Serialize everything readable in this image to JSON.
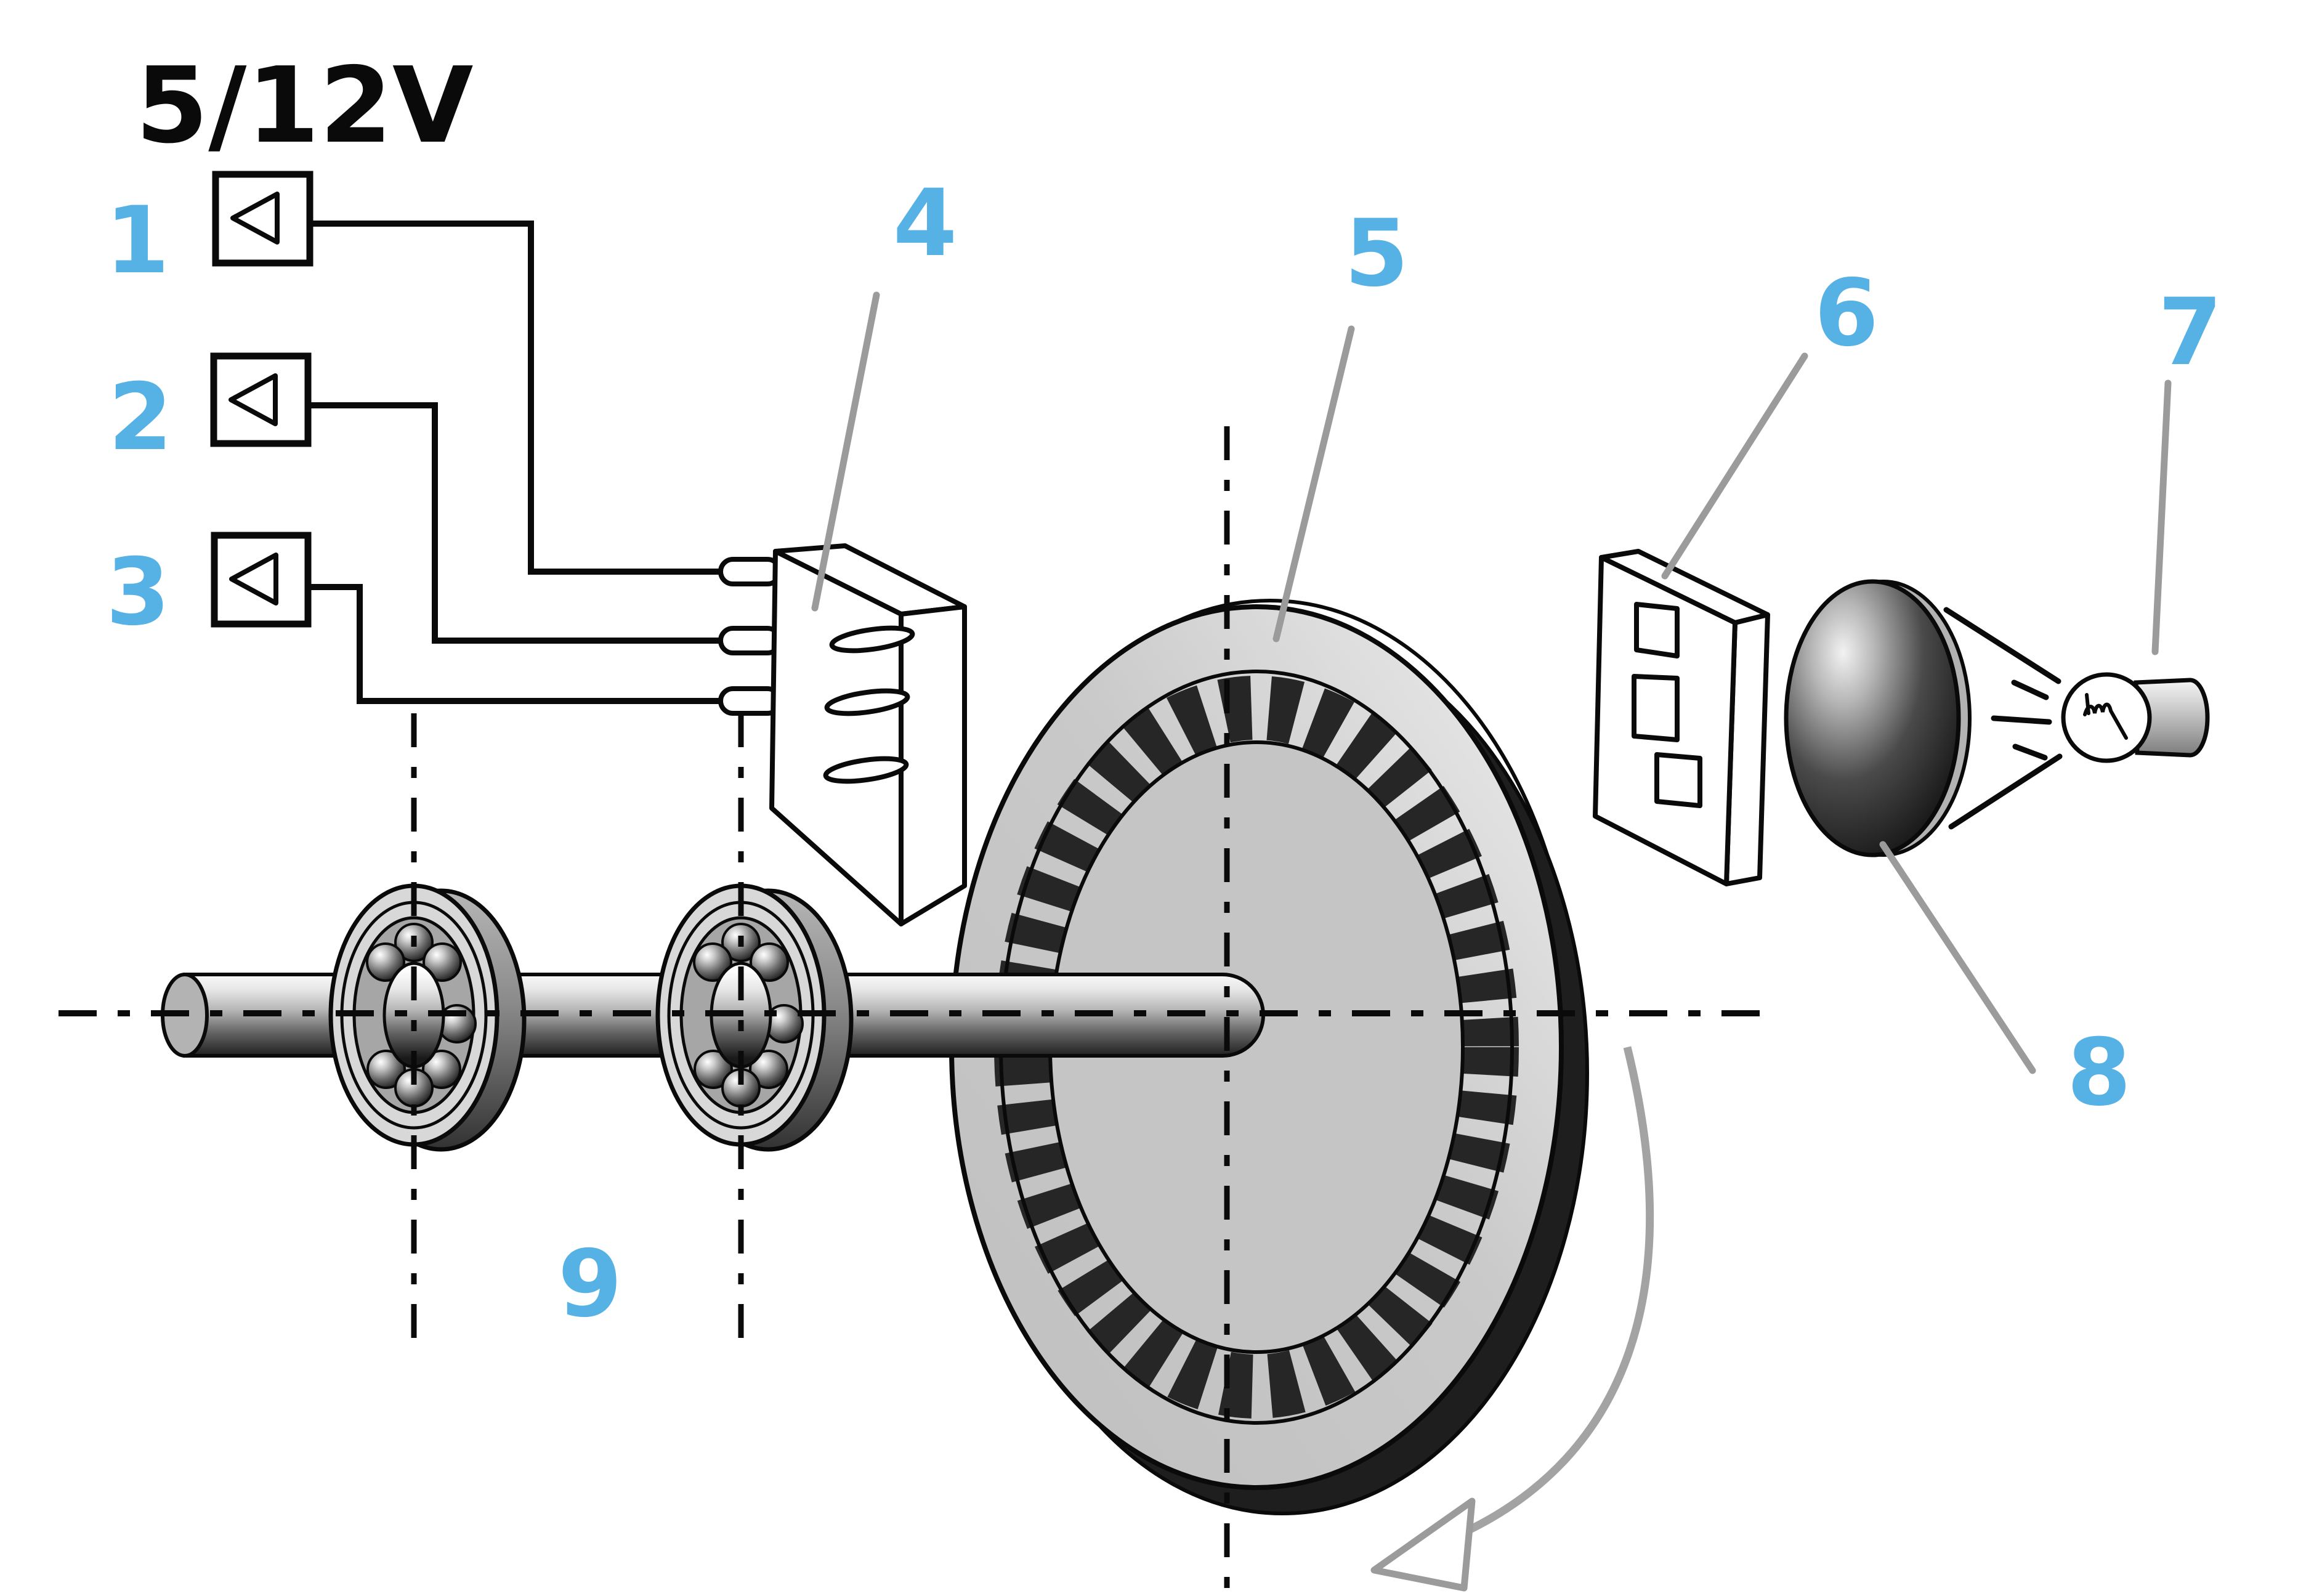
{
  "title": "5/12V",
  "labels": {
    "l1": "1",
    "l2": "2",
    "l3": "3",
    "l4": "4",
    "l5": "5",
    "l6": "6",
    "l7": "7",
    "l8": "8",
    "l9": "9"
  },
  "colors": {
    "accent_blue": "#56b1e4",
    "line_black": "#0a0a0a",
    "leader_gray": "#9b9b9b",
    "disc_gray": "#c9c9c9",
    "slot_dark": "#262626"
  }
}
